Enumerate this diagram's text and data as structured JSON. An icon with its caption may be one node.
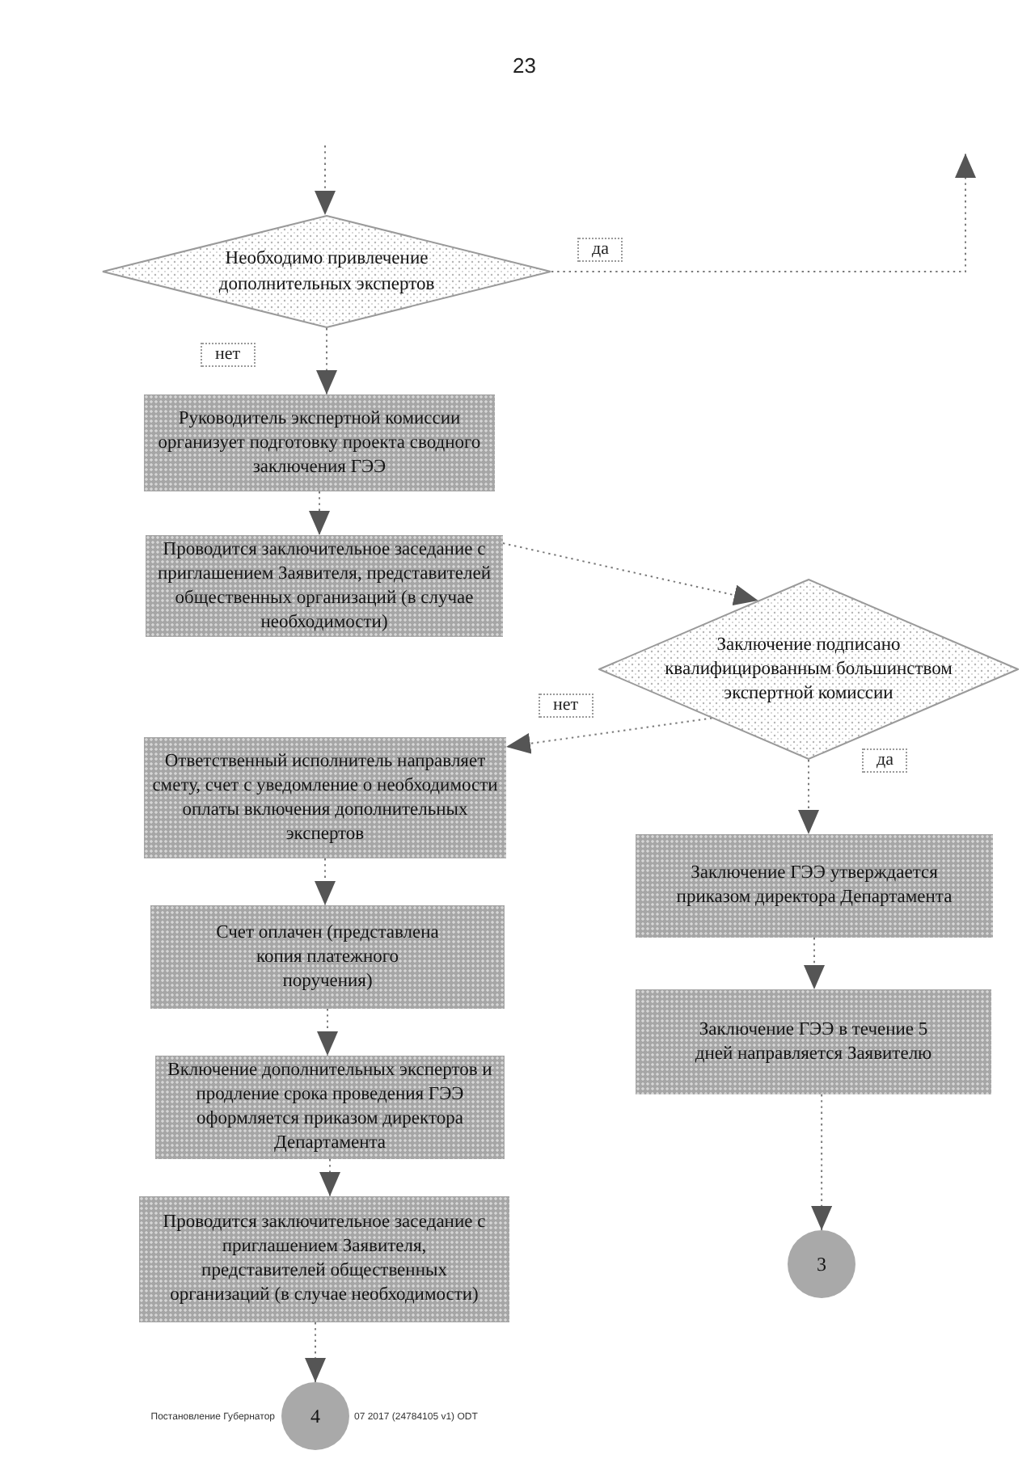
{
  "diagram": {
    "nodes": [
      {
        "text": [
          "Необходимо привлечение дополнительных экспертов"
        ]
      },
      {
        "text": [
          "Руководитель экспертной комиссии организует подготовку проекта сводного заключения ГЭЭ"
        ]
      },
      {
        "text": [
          "Проводится заключительное заседание с приглашением Заявителя, представителей общественных организаций (в случае необходимости)"
        ]
      },
      {
        "text": [
          "Заключение подписано квалифицированным большинством экспертной комиссии"
        ]
      },
      {
        "text": [
          "Ответственный исполнитель направляет смету, счет с уведомление о необходимости оплаты включения дополнительных экспертов"
        ]
      },
      {
        "text": [
          "Счет оплачен (представлена копия платежного поручения)"
        ]
      },
      {
        "text": [
          "Включение дополнительных экспертов и продление срока проведения ГЭЭ оформляется приказом директора Департамента"
        ]
      },
      {
        "text": [
          "Проводится заключительное заседание с приглашением Заявителя, представителей общественных организаций (в случае необходимости)"
        ]
      },
      {
        "text": [
          "Заключение ГЭЭ утверждается приказом директора Департамента"
        ]
      },
      {
        "text": [
          "Заключение ГЭЭ в течение 5 дней направляется Заявителю"
        ]
      },
      {
        "text": [
          "3"
        ]
      },
      {
        "text": [
          "4"
        ]
      }
    ],
    "edges": [
      {
        "from": null,
        "to": 0,
        "arrow": "to"
      },
      {
        "from": 0,
        "to": null,
        "arrow": "to",
        "label": "да"
      },
      {
        "from": 0,
        "to": 1,
        "arrow": "to",
        "label": "нет"
      },
      {
        "from": 1,
        "to": 2,
        "arrow": "to"
      },
      {
        "from": 2,
        "to": 3,
        "arrow": "to"
      },
      {
        "from": 3,
        "to": 4,
        "arrow": "to",
        "label": "нет"
      },
      {
        "from": 3,
        "to": 8,
        "arrow": "to",
        "label": "да"
      },
      {
        "from": 4,
        "to": 5,
        "arrow": "to"
      },
      {
        "from": 5,
        "to": 6,
        "arrow": "to"
      },
      {
        "from": 6,
        "to": 7,
        "arrow": "to"
      },
      {
        "from": 7,
        "to": 11,
        "arrow": "to"
      },
      {
        "from": 8,
        "to": 9,
        "arrow": "to"
      },
      {
        "from": 9,
        "to": 10,
        "arrow": "to"
      }
    ],
    "labels": [
      "23",
      "Постановление Губернатор",
      "07 2017 (24784105 v1) ODT"
    ]
  }
}
